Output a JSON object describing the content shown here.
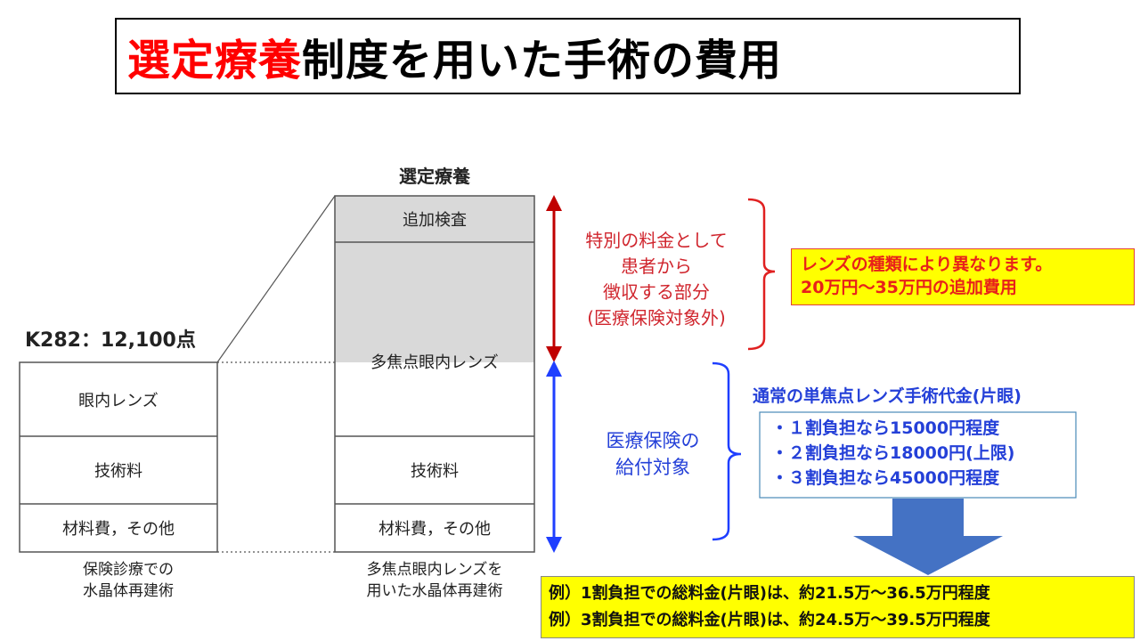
{
  "title": {
    "red_part": "選定療養",
    "black_part": "制度を用いた手術の費用"
  },
  "left_column": {
    "header": "K282：12,100点",
    "rows": [
      "眼内レンズ",
      "技術料",
      "材料費，その他"
    ],
    "caption": [
      "保険診療での",
      "水晶体再建術"
    ]
  },
  "right_column": {
    "header": "選定療養",
    "rows": [
      "追加検査",
      "多焦点眼内レンズ",
      "技術料",
      "材料費，その他"
    ],
    "caption": [
      "多焦点眼内レンズを",
      "用いた水晶体再建術"
    ]
  },
  "special_fee": {
    "label": [
      "特別の料金として",
      "患者から",
      "徴収する部分",
      "(医療保険対象外)"
    ],
    "note": [
      "レンズの種類により異なります。",
      "20万円～35万円の追加費用"
    ]
  },
  "insurance": {
    "label": [
      "医療保険の",
      "給付対象"
    ],
    "heading": "通常の単焦点レンズ手術代金(片眼)",
    "items": [
      "・１割負担なら15000円程度",
      "・２割負担なら18000円(上限)",
      "・３割負担なら45000円程度"
    ]
  },
  "examples": [
    "例）1割負担での総料金(片眼)は、約21.5万～36.5万円程度",
    "例）3割負担での総料金(片眼)は、約24.5万～39.5万円程度"
  ],
  "colors": {
    "red_accent": "#d0262e",
    "blue_accent": "#2440d8",
    "highlight_yellow": "#ffff00",
    "arrow_blue": "#4472c4",
    "gray_fill": "#d9d9d9"
  }
}
